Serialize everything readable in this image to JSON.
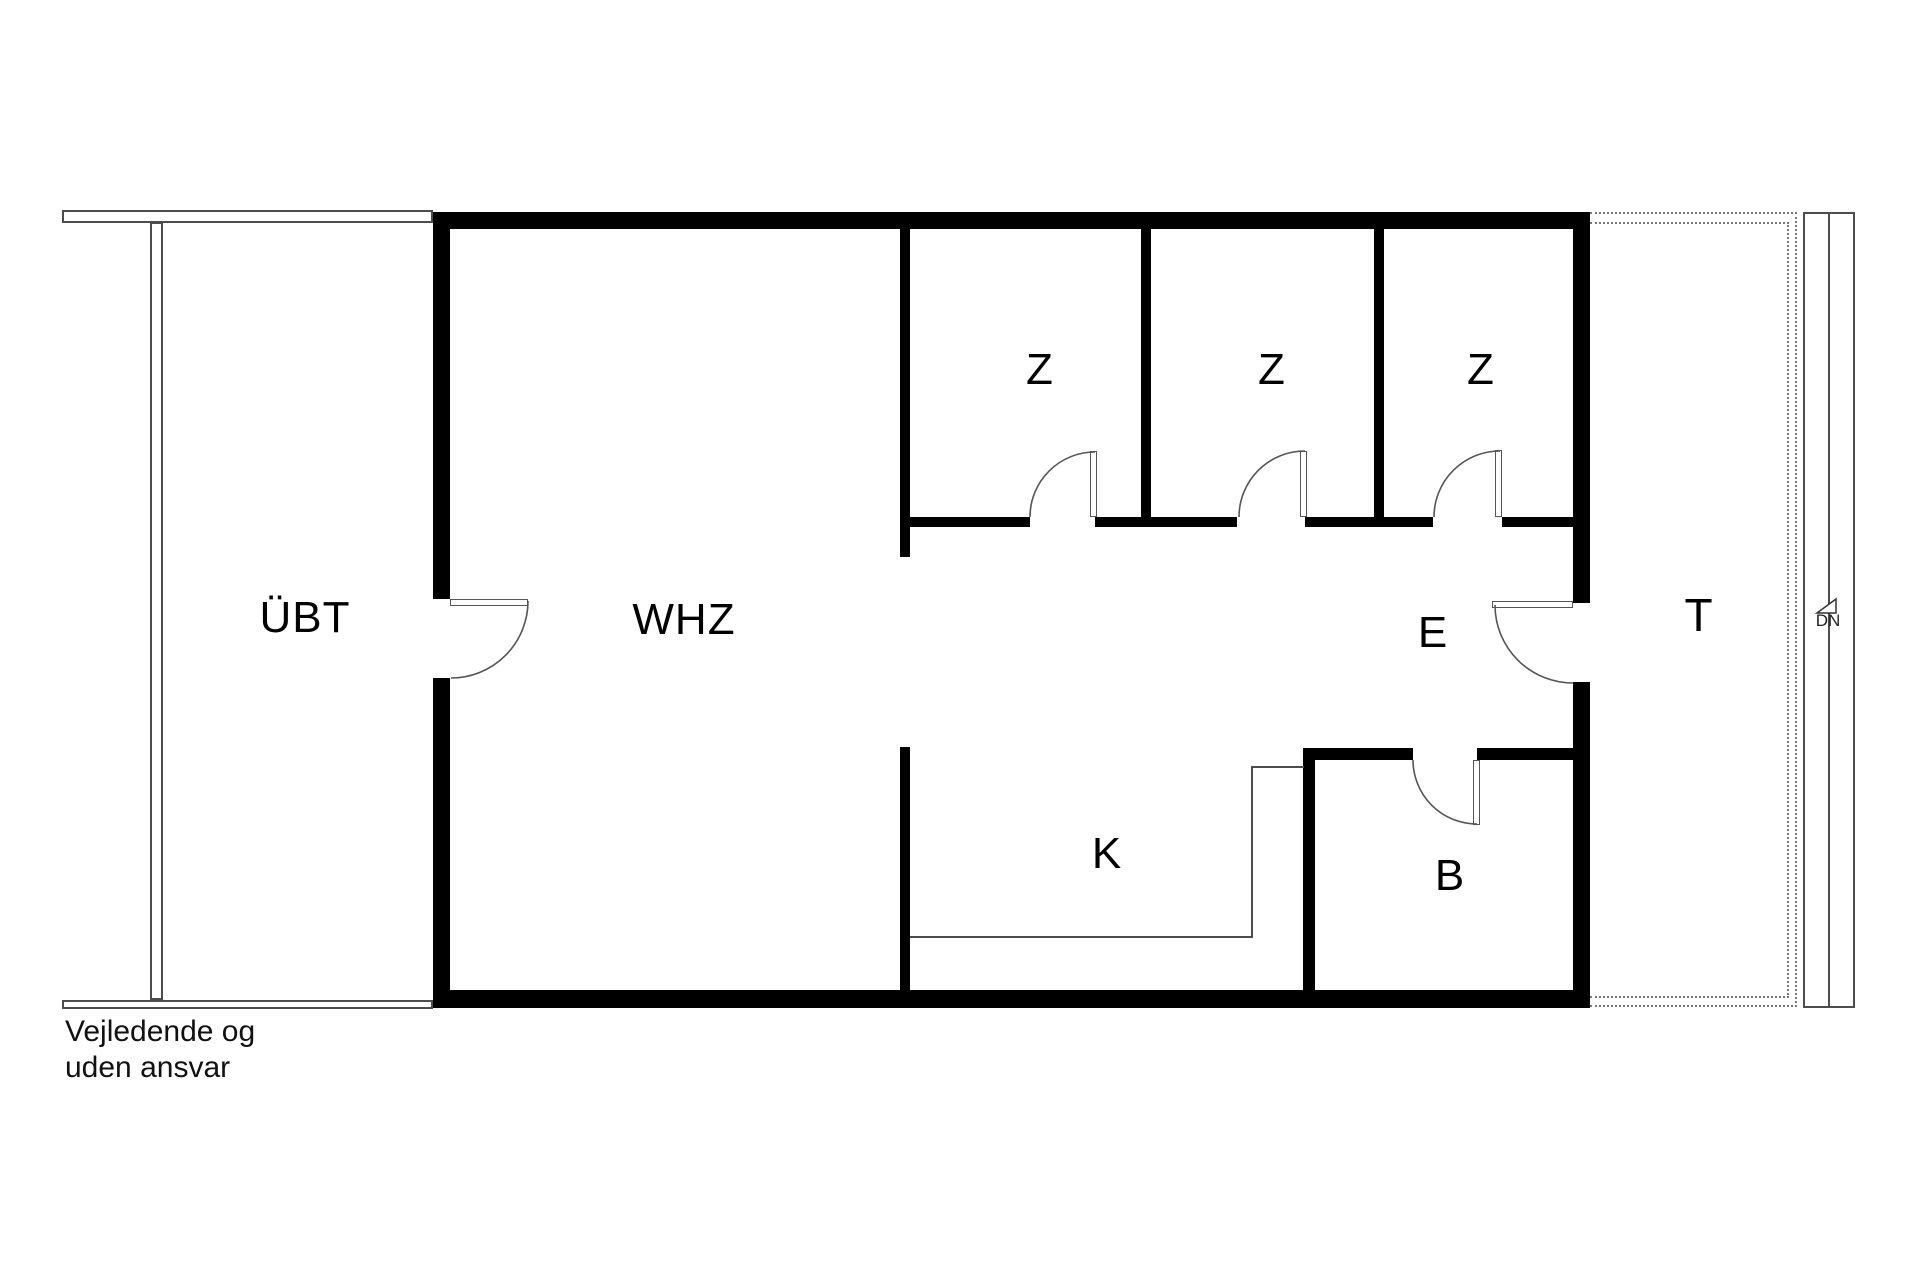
{
  "floor_plan": {
    "rooms": {
      "ubt": "ÜBT",
      "whz": "WHZ",
      "z1": "Z",
      "z2": "Z",
      "z3": "Z",
      "e": "E",
      "k": "K",
      "b": "B",
      "t": "T"
    },
    "stairs_label": "DN",
    "disclaimer_line1": "Vejledende og",
    "disclaimer_line2": "uden ansvar",
    "colors": {
      "wall": "#000000",
      "thin_line": "#4d4d4d",
      "dotted_line": "#777777",
      "background": "#ffffff",
      "text": "#000000"
    }
  }
}
